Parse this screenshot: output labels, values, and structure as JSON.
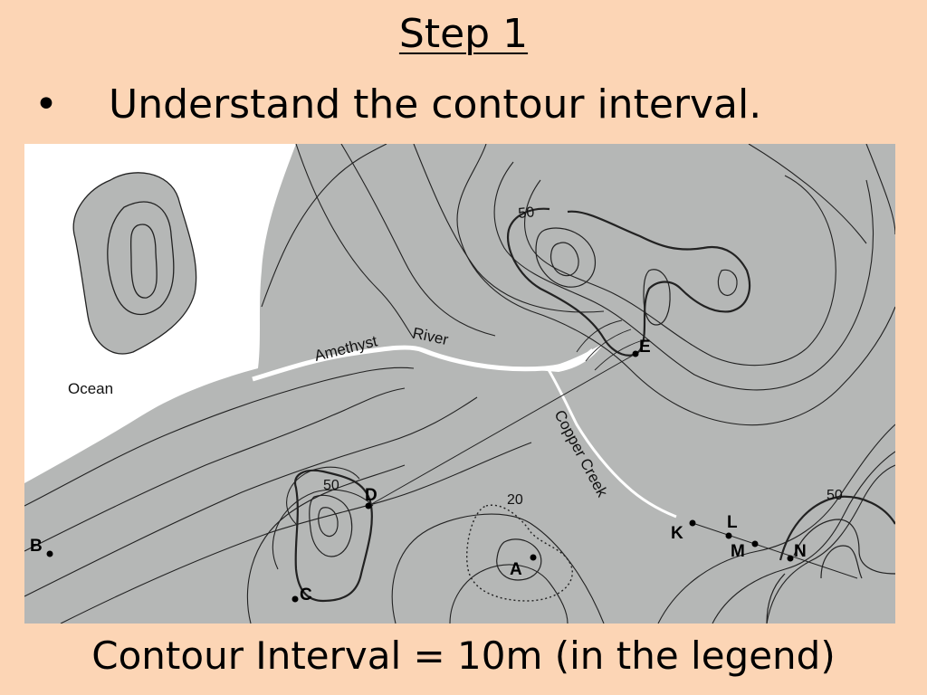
{
  "slide": {
    "title": "Step 1",
    "bullet": "•",
    "bullet_text": "Understand the contour interval.",
    "caption": "Contour Interval = 10m (in the legend)"
  },
  "map": {
    "land_color": "#b5b7b6",
    "water_color": "#ffffff",
    "features": {
      "ocean": "Ocean",
      "river_word1": "Amethyst",
      "river_word2": "River",
      "creek": "Copper Creek"
    },
    "contour_labels": [
      "50",
      "50",
      "20",
      "50"
    ],
    "points": [
      "A",
      "B",
      "C",
      "D",
      "E",
      "K",
      "L",
      "M",
      "N"
    ]
  }
}
